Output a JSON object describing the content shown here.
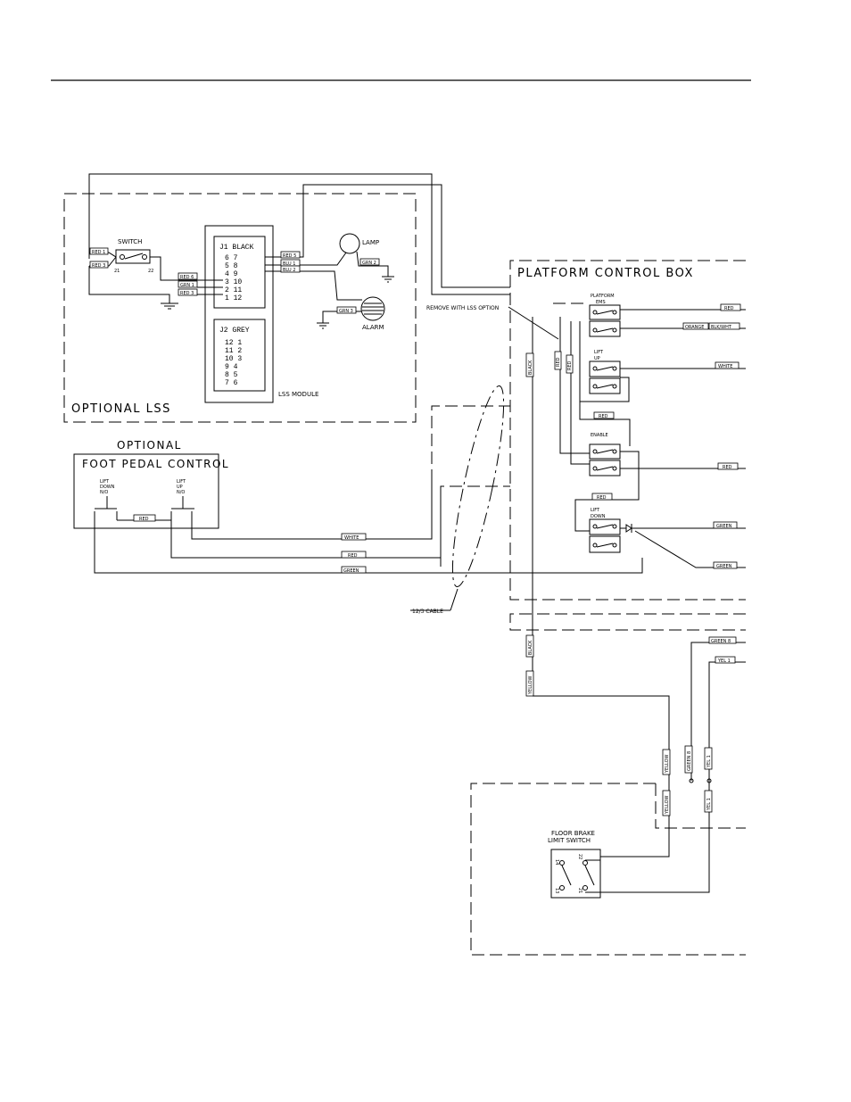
{
  "lss": {
    "title": "OPTIONAL LSS",
    "switch_label": "SWITCH",
    "switch_pins": [
      "21",
      "22"
    ],
    "j1_label": "J1 BLACK",
    "j1_rows": [
      "6  7",
      "5  8",
      "4  9",
      "3  10",
      "2  11",
      "1  12"
    ],
    "j2_label": "J2 GREY",
    "j2_rows": [
      "12  1",
      "11  2",
      "10  3",
      "9  4",
      "8  5",
      "7  6"
    ],
    "module_label": "LSS MODULE",
    "lamp_label": "LAMP",
    "alarm_label": "ALARM"
  },
  "wire_tags": {
    "red1": "RED 1",
    "red3a": "RED 3",
    "red6": "RED 6",
    "grn1": "GRN 1",
    "red3b": "RED 3",
    "red5": "RED 5",
    "blu1": "BLU 1",
    "blu2": "BLU 2",
    "grn2": "GRN 2",
    "grn3": "GRN 3",
    "pcb_red": "RED",
    "orange": "ORANGE",
    "blkwht": "BLK/WHT",
    "white": "WHITE",
    "red_enable": "RED",
    "red_mid": "RED",
    "red_low": "RED",
    "green1": "GREEN",
    "green2": "GREEN",
    "black": "BLACK",
    "red_v1": "RED",
    "red_v2": "RED",
    "black2": "BLACK",
    "yellow": "YELLOW",
    "green8": "GREEN 8",
    "yel1": "YEL 1",
    "yellow_v": "YELLOW",
    "green8_v": "GREEN 8",
    "yel1_v": "YEL 1",
    "yellow_v2": "YELLOW",
    "yel1_v2": "YEL 1",
    "fp_red": "RED",
    "fp_white": "WHITE",
    "fp_red2": "RED",
    "fp_green": "GREEN"
  },
  "platform": {
    "title": "PLATFORM CONTROL BOX",
    "ems_label": [
      "PLATFORM",
      "EMS"
    ],
    "lift_up_label": [
      "LIFT",
      "UP"
    ],
    "enable_label": "ENABLE",
    "lift_down_label": [
      "LIFT",
      "DOWN"
    ],
    "remove_note": "REMOVE WITH LSS OPTION"
  },
  "foot_pedal": {
    "optional": "OPTIONAL",
    "title": "FOOT PEDAL CONTROL",
    "lift_down": [
      "LIFT",
      "DOWN",
      "N/O"
    ],
    "lift_up": [
      "LIFT",
      "UP",
      "N/O"
    ]
  },
  "cable_label": "12/3 CABLE",
  "floor_brake": {
    "title": [
      "FLOOR BRAKE",
      "LIMIT SWITCH"
    ],
    "pins": [
      "14",
      "22",
      "13",
      "21"
    ]
  }
}
